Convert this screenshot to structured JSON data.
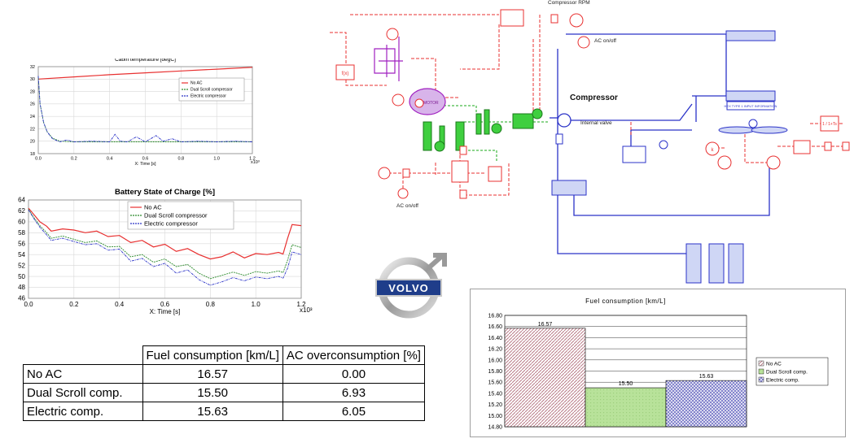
{
  "chart_data": [
    {
      "type": "line",
      "title": "Cabin temperature [degC]",
      "x_multiplier": "x10³",
      "xlabel": "X: Time [s]",
      "xlim": [
        0,
        1.2
      ],
      "ylim": [
        18,
        32
      ],
      "xticks": [
        "0.0",
        "0.2",
        "0.4",
        "0.6",
        "0.8",
        "1.0",
        "1.2"
      ],
      "yticks": [
        "18",
        "20",
        "22",
        "24",
        "26",
        "28",
        "30",
        "32"
      ],
      "legend_position": "top-right",
      "series": [
        {
          "name": "No AC",
          "color": "#e83030",
          "x": [
            0,
            0.2,
            0.4,
            0.6,
            0.8,
            1.0,
            1.2
          ],
          "y": [
            30,
            30.35,
            30.7,
            31.0,
            31.3,
            31.6,
            31.9
          ]
        },
        {
          "name": "Dual Scroll compressor",
          "color": "#2a8a2a",
          "x": [
            0,
            0.01,
            0.03,
            0.05,
            0.08,
            0.12,
            0.2,
            0.4,
            0.6,
            0.8,
            1.0,
            1.2
          ],
          "y": [
            30.5,
            26,
            23,
            21.5,
            20.5,
            20,
            19.9,
            19.9,
            19.9,
            19.9,
            19.9,
            19.9
          ]
        },
        {
          "name": "Electric compressor",
          "color": "#2b33c8",
          "x": [
            0,
            0.01,
            0.03,
            0.05,
            0.08,
            0.12,
            0.16,
            0.2,
            0.3,
            0.4,
            0.43,
            0.46,
            0.5,
            0.55,
            0.6,
            0.66,
            0.7,
            0.75,
            0.8,
            0.9,
            1.0,
            1.1,
            1.2
          ],
          "y": [
            30.5,
            26,
            23,
            21.5,
            20.4,
            19.9,
            20.2,
            19.9,
            20.0,
            19.9,
            21.1,
            20.0,
            19.9,
            20.7,
            19.9,
            20.9,
            20.0,
            20.4,
            19.9,
            20.0,
            19.9,
            20.0,
            19.9
          ]
        }
      ]
    },
    {
      "type": "line",
      "title": "Battery State of Charge [%]",
      "x_multiplier": "x10³",
      "xlabel": "X: Time [s]",
      "xlim": [
        0,
        1.2
      ],
      "ylim": [
        46,
        64
      ],
      "xticks": [
        "0.0",
        "0.2",
        "0.4",
        "0.6",
        "0.8",
        "1.0",
        "1.2"
      ],
      "yticks": [
        "46",
        "48",
        "50",
        "52",
        "54",
        "56",
        "58",
        "60",
        "62",
        "64"
      ],
      "legend_position": "top-right",
      "series": [
        {
          "name": "No AC",
          "color": "#e83030",
          "x": [
            0,
            0.02,
            0.05,
            0.08,
            0.1,
            0.15,
            0.2,
            0.25,
            0.3,
            0.35,
            0.4,
            0.45,
            0.5,
            0.55,
            0.6,
            0.65,
            0.7,
            0.75,
            0.8,
            0.85,
            0.9,
            0.95,
            1.0,
            1.05,
            1.1,
            1.12,
            1.14,
            1.16,
            1.2
          ],
          "y": [
            62.5,
            61.5,
            60,
            59.2,
            58.3,
            58.7,
            58.5,
            58.0,
            58.3,
            57.3,
            57.5,
            56.2,
            56.6,
            55.4,
            55.9,
            54.6,
            55.1,
            54.0,
            53.2,
            53.6,
            54.5,
            53.4,
            54.2,
            54.0,
            54.4,
            54.1,
            57.0,
            59.5,
            59.3
          ]
        },
        {
          "name": "Dual Scroll compressor",
          "color": "#2a8a2a",
          "x": [
            0,
            0.02,
            0.05,
            0.08,
            0.1,
            0.15,
            0.2,
            0.25,
            0.3,
            0.35,
            0.4,
            0.45,
            0.5,
            0.55,
            0.6,
            0.65,
            0.7,
            0.75,
            0.8,
            0.85,
            0.9,
            0.95,
            1.0,
            1.05,
            1.1,
            1.12,
            1.14,
            1.16,
            1.2
          ],
          "y": [
            62.3,
            61.0,
            59.3,
            58.0,
            57.0,
            57.4,
            56.8,
            56.2,
            56.5,
            55.4,
            55.5,
            53.6,
            54.0,
            52.6,
            53.2,
            51.8,
            52.2,
            50.6,
            49.6,
            50.2,
            50.8,
            50.2,
            50.9,
            50.6,
            51.0,
            50.7,
            53.0,
            55.8,
            55.3
          ]
        },
        {
          "name": "Electric compressor",
          "color": "#2b33c8",
          "x": [
            0,
            0.02,
            0.05,
            0.08,
            0.1,
            0.15,
            0.2,
            0.25,
            0.3,
            0.35,
            0.4,
            0.45,
            0.5,
            0.55,
            0.6,
            0.65,
            0.7,
            0.75,
            0.8,
            0.85,
            0.9,
            0.95,
            1.0,
            1.05,
            1.1,
            1.12,
            1.14,
            1.16,
            1.2
          ],
          "y": [
            62.2,
            60.8,
            59.0,
            57.6,
            56.6,
            57.0,
            56.4,
            55.8,
            56.0,
            54.8,
            55.0,
            52.8,
            53.3,
            51.8,
            52.4,
            50.6,
            51.2,
            49.4,
            48.4,
            49.0,
            49.8,
            49.2,
            49.9,
            49.6,
            50.0,
            49.7,
            51.5,
            54.5,
            54.0
          ]
        }
      ]
    },
    {
      "type": "bar",
      "title": "Fuel consumption [km/L]",
      "categories": [
        "No AC",
        "Dual Scroll comp.",
        "Electric comp."
      ],
      "values": [
        16.57,
        15.5,
        15.63
      ],
      "value_labels": [
        "16.57",
        "15.50",
        "15.63"
      ],
      "ylim": [
        14.8,
        16.8
      ],
      "yticks": [
        "14.80",
        "15.00",
        "15.20",
        "15.40",
        "15.60",
        "15.80",
        "16.00",
        "16.20",
        "16.40",
        "16.60",
        "16.80"
      ],
      "legend_position": "right",
      "colors": [
        "#b87a86",
        "#9acd7a",
        "#7a7ac8"
      ]
    },
    {
      "type": "table",
      "columns": [
        "",
        "Fuel consumption [km/L]",
        "AC overconsumption [%]"
      ],
      "rows": [
        [
          "No AC",
          "16.57",
          "0.00"
        ],
        [
          "Dual Scroll comp.",
          "15.50",
          "6.93"
        ],
        [
          "Electric comp.",
          "15.63",
          "6.05"
        ]
      ]
    }
  ],
  "diagram": {
    "label_compressor_rpm": "Compressor RPM",
    "label_ac_onoff_top": "AC on/off",
    "label_ac_onoff_bottom": "AC on/off",
    "label_compressor": "Compressor",
    "label_internal_valve": "Internal valve",
    "label_dc_motor": "DC MOTOR",
    "label_hex": "HEX TYPE 1 INPUT INFORMATION",
    "label_fn": "f(x)",
    "label_k": "k",
    "label_transfer": "1 / 1+Ts"
  },
  "logo": {
    "brand": "VOLVO"
  }
}
